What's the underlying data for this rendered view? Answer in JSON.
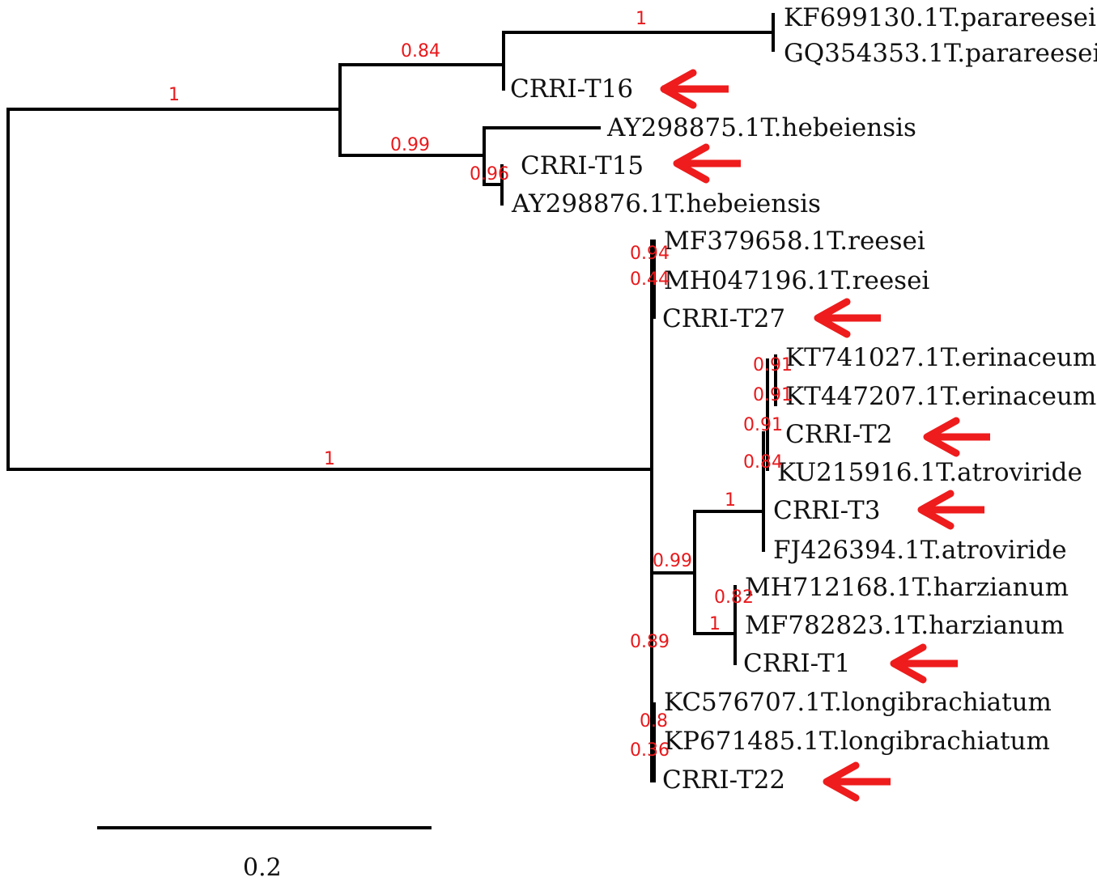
{
  "leaves": [
    {
      "id": "kf699130",
      "label": "KF699130.1T.parareesei",
      "arrow": false
    },
    {
      "id": "gq354353",
      "label": "GQ354353.1T.parareesei",
      "arrow": false
    },
    {
      "id": "crri-t16",
      "label": "CRRI-T16",
      "arrow": true
    },
    {
      "id": "ay298875",
      "label": "AY298875.1T.hebeiensis",
      "arrow": false
    },
    {
      "id": "crri-t15",
      "label": "CRRI-T15",
      "arrow": true
    },
    {
      "id": "ay298876",
      "label": "AY298876.1T.hebeiensis",
      "arrow": false
    },
    {
      "id": "mf379658",
      "label": "MF379658.1T.reesei",
      "arrow": false
    },
    {
      "id": "mh047196",
      "label": "MH047196.1T.reesei",
      "arrow": false
    },
    {
      "id": "crri-t27",
      "label": "CRRI-T27",
      "arrow": true
    },
    {
      "id": "kt741027",
      "label": "KT741027.1T.erinaceum",
      "arrow": false
    },
    {
      "id": "kt447207",
      "label": "KT447207.1T.erinaceum",
      "arrow": false
    },
    {
      "id": "crri-t2",
      "label": "CRRI-T2",
      "arrow": true
    },
    {
      "id": "ku215916",
      "label": "KU215916.1T.atroviride",
      "arrow": false
    },
    {
      "id": "crri-t3",
      "label": "CRRI-T3",
      "arrow": true
    },
    {
      "id": "fj426394",
      "label": "FJ426394.1T.atroviride",
      "arrow": false
    },
    {
      "id": "mh712168",
      "label": "MH712168.1T.harzianum",
      "arrow": false
    },
    {
      "id": "mf782823",
      "label": "MF782823.1T.harzianum",
      "arrow": false
    },
    {
      "id": "crri-t1",
      "label": "CRRI-T1",
      "arrow": true
    },
    {
      "id": "kc576707",
      "label": "KC576707.1T.longibrachiatum",
      "arrow": false
    },
    {
      "id": "kp671485",
      "label": "KP671485.1T.longibrachiatum",
      "arrow": false
    },
    {
      "id": "crri-t22",
      "label": "CRRI-T22",
      "arrow": true
    }
  ],
  "support_values": [
    {
      "id": "root-upper",
      "value": "1"
    },
    {
      "id": "root-lower",
      "value": "1"
    },
    {
      "id": "parareesei-clade",
      "value": "0.84"
    },
    {
      "id": "parareesei-pair",
      "value": "1"
    },
    {
      "id": "hebeiensis-clade",
      "value": "0.99"
    },
    {
      "id": "t15-ay298876",
      "value": "0.96"
    },
    {
      "id": "mf379658",
      "value": "0.94"
    },
    {
      "id": "mh047196",
      "value": "0.44"
    },
    {
      "id": "kt741027",
      "value": "0.91"
    },
    {
      "id": "kt447207",
      "value": "0.91"
    },
    {
      "id": "crri-t2",
      "value": "0.91"
    },
    {
      "id": "ku215916",
      "value": "0.84"
    },
    {
      "id": "erinaceum-atroviride-clade",
      "value": "1"
    },
    {
      "id": "atro-harz-clade",
      "value": "0.99"
    },
    {
      "id": "mh712168",
      "value": "0.82"
    },
    {
      "id": "harzianum-clade",
      "value": "1"
    },
    {
      "id": "reesei-backbone",
      "value": "0.89"
    },
    {
      "id": "kc576707",
      "value": "0.8"
    },
    {
      "id": "kp671485",
      "value": "0.36"
    }
  ],
  "scale_bar": {
    "label": "0.2"
  },
  "colors": {
    "branch": "#000000",
    "support": "#e8191c",
    "arrow": "#ee1c1c"
  }
}
